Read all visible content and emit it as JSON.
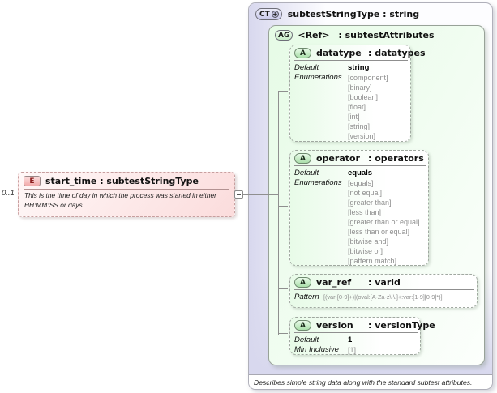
{
  "element": {
    "cardinality": "0..1",
    "badge": "E",
    "title": "start_time : subtestStringType",
    "description": "This is the time of day in which the process was started in either HH:MM:SS or days."
  },
  "icons": {
    "collapse_handle": "minus-box",
    "ct_plus": "+"
  },
  "ct": {
    "badge": "CT",
    "title": "subtestStringType : string",
    "footer": "Describes simple string data along with the standard subtest attributes.",
    "group": {
      "badge": "AG",
      "ref": "<Ref>",
      "type_label": ": subtestAttributes",
      "attributes": [
        {
          "badge": "A",
          "name": "datatype",
          "type_label": ": datatypes",
          "facets": {
            "default_label": "Default",
            "default_value": "string",
            "enum_label": "Enumerations",
            "enums": [
              "[component]",
              "[binary]",
              "[boolean]",
              "[float]",
              "[int]",
              "[string]",
              "[version]"
            ]
          }
        },
        {
          "badge": "A",
          "name": "operator",
          "type_label": ": operators",
          "facets": {
            "default_label": "Default",
            "default_value": "equals",
            "enum_label": "Enumerations",
            "enums": [
              "[equals]",
              "[not equal]",
              "[greater than]",
              "[less than]",
              "[greater than or equal]",
              "[less than or equal]",
              "[bitwise and]",
              "[bitwise or]",
              "[pattern match]"
            ]
          }
        },
        {
          "badge": "A",
          "name": "var_ref",
          "type_label": ": varid",
          "facets": {
            "pattern_label": "Pattern",
            "pattern_value": "[(var-[0-9]+)|(oval:[A-Za-z\\-\\.]+:var:[1-9][0-9]*)]"
          }
        },
        {
          "badge": "A",
          "name": "version",
          "type_label": ": versionType",
          "facets": {
            "default_label": "Default",
            "default_value": "1",
            "min_inclusive_label": "Min Inclusive",
            "min_inclusive_value": "[1]"
          }
        }
      ]
    }
  }
}
